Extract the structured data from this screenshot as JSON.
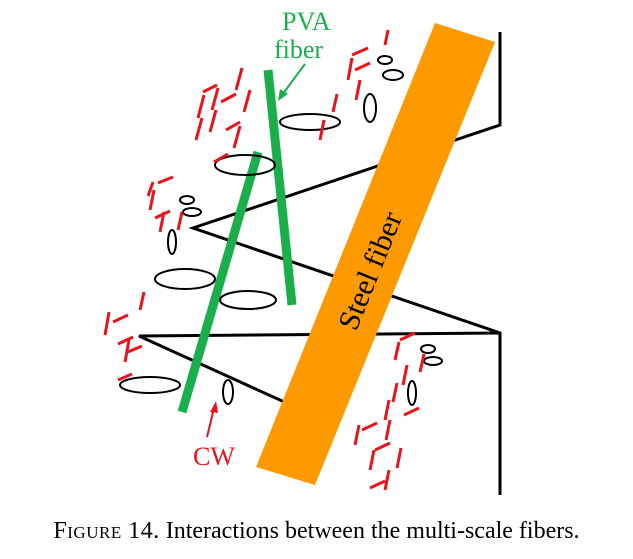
{
  "labels": {
    "pva_line1": "PVA",
    "pva_line2": "fiber",
    "steel": "Steel fiber",
    "cw": "CW"
  },
  "caption": {
    "prefix": "Figure 14.",
    "text": " Interactions between the multi-scale fibers."
  },
  "colors": {
    "steel_fiber": "#FF9900",
    "pva_fiber": "#1AAF4B",
    "crack_width": "#E8141C",
    "outline": "#000000"
  }
}
